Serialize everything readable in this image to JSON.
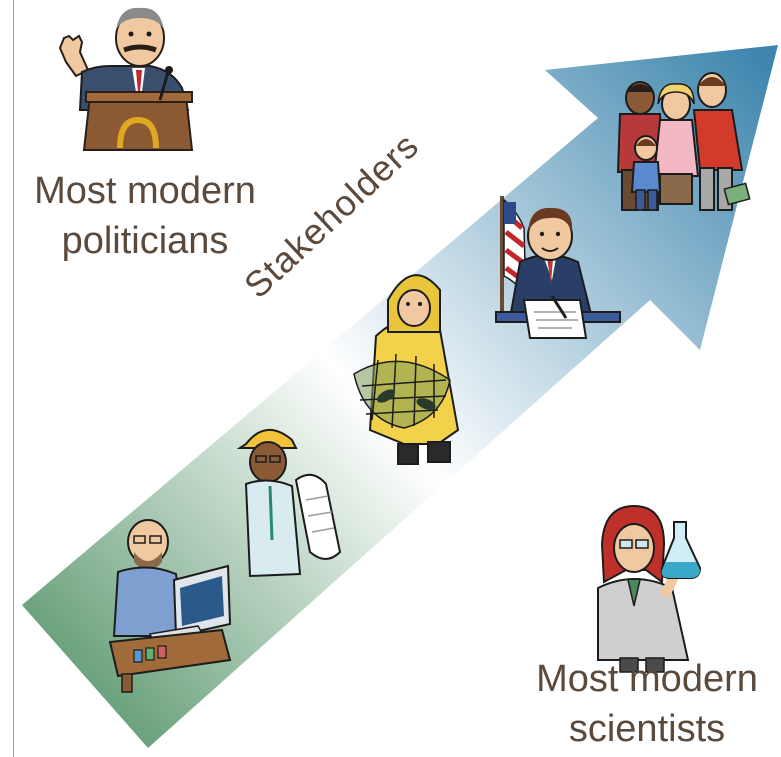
{
  "labels": {
    "politicians_line1": "Most modern",
    "politicians_line2": "politicians",
    "scientists_line1": "Most modern",
    "scientists_line2": "scientists",
    "stakeholders": "Stakeholders"
  },
  "figures": [
    {
      "id": "politician",
      "description_icon": "politician-at-podium-icon"
    },
    {
      "id": "family",
      "description_icon": "family-icon"
    },
    {
      "id": "official",
      "description_icon": "government-official-icon"
    },
    {
      "id": "fisherman",
      "description_icon": "fisherman-with-net-icon"
    },
    {
      "id": "engineer",
      "description_icon": "engineer-with-blueprint-icon"
    },
    {
      "id": "lab-worker",
      "description_icon": "lab-technician-at-computer-icon"
    },
    {
      "id": "scientist",
      "description_icon": "scientist-with-flask-icon"
    }
  ],
  "colors": {
    "arrow_tip": "#4d8fb3",
    "arrow_base": "#5f9a72",
    "arrow_middle": "#ffffff",
    "text": "#5b4a3c"
  }
}
